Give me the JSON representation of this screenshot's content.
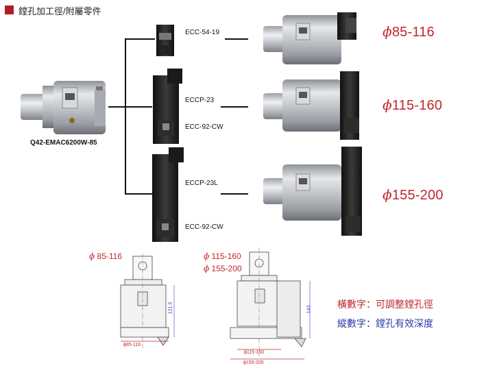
{
  "header": {
    "title": "鏜孔加工徑/附屬零件"
  },
  "main_tool": {
    "label": "Q42-EMAC6200W-85"
  },
  "attachments": [
    {
      "label": "ECC-54-19"
    },
    {
      "label": "ECCP-23"
    },
    {
      "label": "ECC-92-CW"
    },
    {
      "label": "ECCP-23L"
    },
    {
      "label": "ECC-92-CW"
    }
  ],
  "ranges": [
    {
      "symbol": "ϕ",
      "text": "85-116"
    },
    {
      "symbol": "ϕ",
      "text": "115-160"
    },
    {
      "symbol": "ϕ",
      "text": "155-200"
    }
  ],
  "drawing_left": {
    "range": {
      "symbol": "ϕ",
      "text": " 85-116"
    },
    "height_dim": "121.5",
    "bottom_dim": "ϕ85-116"
  },
  "drawing_right": {
    "range1": {
      "symbol": "ϕ",
      "text": " 115-160"
    },
    "range2": {
      "symbol": "ϕ",
      "text": " 155-200"
    },
    "height_dim": "143",
    "bottom_dim1": "ϕ115-160",
    "bottom_dim2": "ϕ155-200"
  },
  "legend": {
    "horizontal": "橫數字：可調整鏜孔徑",
    "vertical": "縱數字：鏜孔有效深度"
  },
  "colors": {
    "accent_red": "#c0262c",
    "accent_blue": "#2b3aa8",
    "header_square": "#b01e23"
  }
}
